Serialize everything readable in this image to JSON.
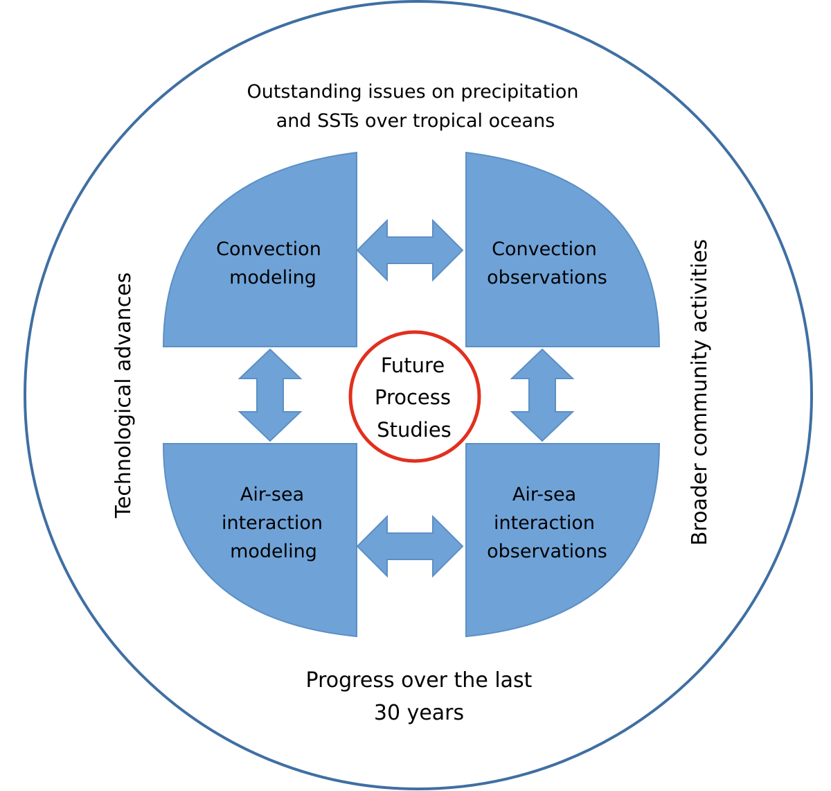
{
  "colors": {
    "outer_ring": "#3f6fa3",
    "shape_fill": "#6fa3d8",
    "shape_stroke": "#5b8fc4",
    "center_ring": "#e1301e",
    "text": "#000000"
  },
  "labels": {
    "top": [
      "Outstanding issues on precipitation",
      "and SSTs  over tropical oceans"
    ],
    "left": "Technological advances",
    "right": "Broader community activities",
    "bottom": [
      "Progress over the last",
      "30 years"
    ]
  },
  "quadrants": {
    "top_left": [
      "Convection",
      "modeling"
    ],
    "top_right": [
      "Convection",
      "observations"
    ],
    "bottom_left": [
      "Air-sea",
      "interaction",
      "modeling"
    ],
    "bottom_right": [
      "Air-sea",
      "interaction",
      "observations"
    ]
  },
  "center": [
    "Future",
    "Process",
    "Studies"
  ],
  "icons": {
    "arrows": "double-headed-arrow"
  }
}
